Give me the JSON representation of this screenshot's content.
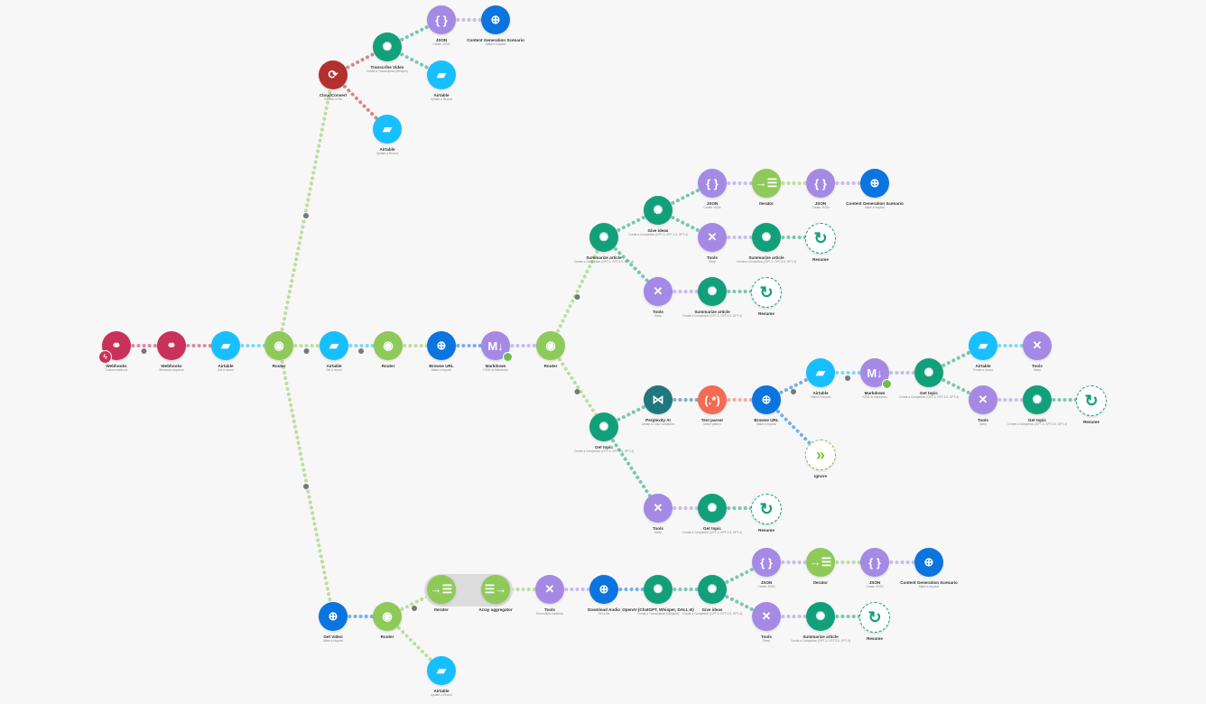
{
  "colors": {
    "webhook": "#c8325a",
    "airtable": "#18bfff",
    "router": "#8fc95a",
    "http": "#0b74de",
    "markdown": "#a48ae4",
    "openai": "#12a07a",
    "json": "#a48ae4",
    "iterator": "#8fc95a",
    "tools": "#a48ae4",
    "resume": "#12a07a",
    "cloudconvert": "#b3302e",
    "perplexity": "#20787e",
    "textparser": "#f26b54",
    "ignore": "#7cc242",
    "aggregator": "#8fc95a"
  },
  "icons": {
    "webhook": "⚭",
    "airtable": "▰",
    "router": "◉",
    "http": "⊕",
    "markdown": "M↓",
    "openai": "✺",
    "json": "{ }",
    "iterator": "→☰",
    "tools": "✕",
    "resume": "↻",
    "cloudconvert": "⟳",
    "perplexity": "⋈",
    "textparser": "(.*)",
    "ignore": "»",
    "aggregator": "☰→"
  },
  "nodes": [
    {
      "id": 1,
      "type": "webhook",
      "label": "Webhooks",
      "sub": "Custom webhook",
      "trigger": true
    },
    {
      "id": 2,
      "type": "webhook",
      "label": "Webhooks",
      "sub": "Webhook response"
    },
    {
      "id": 3,
      "type": "airtable",
      "label": "Airtable",
      "sub": "Get a record"
    },
    {
      "id": 4,
      "type": "router",
      "label": "Router",
      "sub": ""
    },
    {
      "id": 5,
      "type": "airtable",
      "label": "Airtable",
      "sub": "Get a record"
    },
    {
      "id": 6,
      "type": "router",
      "label": "Router",
      "sub": ""
    },
    {
      "id": 7,
      "type": "http",
      "label": "Browse URL",
      "sub": "Make a request"
    },
    {
      "id": 8,
      "type": "markdown",
      "label": "Markdown",
      "sub": "HTML to Markdown",
      "badge": true
    },
    {
      "id": 9,
      "type": "router",
      "label": "Router",
      "sub": ""
    },
    {
      "id": 10,
      "type": "cloudconvert",
      "label": "CloudConvert",
      "sub": "Convert a File"
    },
    {
      "id": 11,
      "type": "openai",
      "label": "Transcribe Video",
      "sub": "Create a Transcription (Whisper)"
    },
    {
      "id": 12,
      "type": "json",
      "label": "JSON",
      "sub": "Create JSON"
    },
    {
      "id": 13,
      "type": "http",
      "label": "Content Generation Scenario",
      "sub": "Make a request"
    },
    {
      "id": 14,
      "type": "airtable",
      "label": "Airtable",
      "sub": "Update a Record"
    },
    {
      "id": 15,
      "type": "airtable",
      "label": "Airtable",
      "sub": "Update a Record"
    },
    {
      "id": 16,
      "type": "openai",
      "label": "Summarize article",
      "sub": "Create a Completion (GPT-3, GPT-3.5, GPT-4)"
    },
    {
      "id": 17,
      "type": "openai",
      "label": "Give ideas",
      "sub": "Create a Completion (GPT-3, GPT-3.5, GPT-4)"
    },
    {
      "id": 18,
      "type": "json",
      "label": "JSON",
      "sub": "Create JSON"
    },
    {
      "id": 19,
      "type": "iterator",
      "label": "Iterator",
      "sub": ""
    },
    {
      "id": 20,
      "type": "json",
      "label": "JSON",
      "sub": "Create JSON"
    },
    {
      "id": 21,
      "type": "http",
      "label": "Content Generation Scenario",
      "sub": "Make a request"
    },
    {
      "id": 22,
      "type": "tools",
      "label": "Tools",
      "sub": "Sleep"
    },
    {
      "id": 23,
      "type": "openai",
      "label": "Summarize article",
      "sub": "Create a Completion (GPT-3, GPT-3.5, GPT-4)"
    },
    {
      "id": 24,
      "type": "resume",
      "label": "Resume",
      "sub": ""
    },
    {
      "id": 25,
      "type": "tools",
      "label": "Tools",
      "sub": "Sleep"
    },
    {
      "id": 26,
      "type": "openai",
      "label": "Summarize article",
      "sub": "Create a Completion (GPT-3, GPT-3.5, GPT-4)"
    },
    {
      "id": 27,
      "type": "resume",
      "label": "Resume",
      "sub": ""
    },
    {
      "id": 28,
      "type": "openai",
      "label": "Get topic",
      "sub": "Create a Completion (GPT-3, GPT-3.5, GPT-4)"
    },
    {
      "id": 29,
      "type": "perplexity",
      "label": "Perplexity AI",
      "sub": "Create a Chat Completion"
    },
    {
      "id": 30,
      "type": "textparser",
      "label": "Text parser",
      "sub": "Match pattern"
    },
    {
      "id": 31,
      "type": "http",
      "label": "Browse URL",
      "sub": "Make a request"
    },
    {
      "id": 32,
      "type": "airtable",
      "label": "Airtable",
      "sub": "Search Records"
    },
    {
      "id": 33,
      "type": "markdown",
      "label": "Markdown",
      "sub": "HTML to Markdown",
      "badge": true
    },
    {
      "id": 34,
      "type": "openai",
      "label": "Get topic",
      "sub": "Create a Completion (GPT-3, GPT-3.5, GPT-4)"
    },
    {
      "id": 35,
      "type": "airtable",
      "label": "Airtable",
      "sub": "Create a record"
    },
    {
      "id": 36,
      "type": "tools",
      "label": "Tools",
      "sub": "Sleep"
    },
    {
      "id": 37,
      "type": "tools",
      "label": "Tools",
      "sub": "Sleep"
    },
    {
      "id": 38,
      "type": "openai",
      "label": "Get topic",
      "sub": "Create a Completion (GPT-3, GPT-3.5, GPT-4)"
    },
    {
      "id": 39,
      "type": "resume",
      "label": "Resume",
      "sub": ""
    },
    {
      "id": 40,
      "type": "ignore",
      "label": "Ignore",
      "sub": ""
    },
    {
      "id": 41,
      "type": "tools",
      "label": "Tools",
      "sub": "Sleep"
    },
    {
      "id": 42,
      "type": "openai",
      "label": "Get topic",
      "sub": "Create a Completion (GPT-3, GPT-3.5, GPT-4)"
    },
    {
      "id": 43,
      "type": "resume",
      "label": "Resume",
      "sub": ""
    },
    {
      "id": 44,
      "type": "http",
      "label": "Get Video",
      "sub": "Make a request"
    },
    {
      "id": 45,
      "type": "router",
      "label": "Router",
      "sub": ""
    },
    {
      "id": 46,
      "type": "iterator",
      "label": "Iterator",
      "sub": ""
    },
    {
      "id": 47,
      "type": "aggregator",
      "label": "Array aggregator",
      "sub": ""
    },
    {
      "id": 48,
      "type": "tools",
      "label": "Tools",
      "sub": "Set multiple variables"
    },
    {
      "id": 49,
      "type": "http",
      "label": "Download Audio",
      "sub": "Get a file"
    },
    {
      "id": 50,
      "type": "openai",
      "label": "OpenAI (ChatGPT, Whisper, DALL-E)",
      "sub": "Create a Transcription (Whisper)"
    },
    {
      "id": 51,
      "type": "openai",
      "label": "Give ideas",
      "sub": "Create a Completion (GPT-3, GPT-3.5, GPT-4)"
    },
    {
      "id": 52,
      "type": "json",
      "label": "JSON",
      "sub": "Create JSON"
    },
    {
      "id": 53,
      "type": "iterator",
      "label": "Iterator",
      "sub": ""
    },
    {
      "id": 54,
      "type": "json",
      "label": "JSON",
      "sub": "Create JSON"
    },
    {
      "id": 55,
      "type": "http",
      "label": "Content Generation Scenario",
      "sub": "Make a request"
    },
    {
      "id": 56,
      "type": "tools",
      "label": "Tools",
      "sub": "Sleep"
    },
    {
      "id": 57,
      "type": "openai",
      "label": "Summarize article",
      "sub": "Create a Completion (GPT-3, GPT-3.5, GPT-4)"
    },
    {
      "id": 58,
      "type": "resume",
      "label": "Resume",
      "sub": ""
    },
    {
      "id": 59,
      "type": "airtable",
      "label": "Airtable",
      "sub": "Update a Record"
    }
  ],
  "edges": [
    [
      1,
      2
    ],
    [
      2,
      3
    ],
    [
      3,
      4
    ],
    [
      4,
      5
    ],
    [
      5,
      6
    ],
    [
      6,
      7
    ],
    [
      7,
      8
    ],
    [
      8,
      9
    ],
    [
      4,
      10
    ],
    [
      10,
      11
    ],
    [
      11,
      12
    ],
    [
      12,
      13
    ],
    [
      11,
      14
    ],
    [
      10,
      15
    ],
    [
      9,
      16
    ],
    [
      16,
      17
    ],
    [
      17,
      18
    ],
    [
      18,
      19
    ],
    [
      19,
      20
    ],
    [
      20,
      21
    ],
    [
      17,
      22
    ],
    [
      22,
      23
    ],
    [
      23,
      24
    ],
    [
      16,
      25
    ],
    [
      25,
      26
    ],
    [
      26,
      27
    ],
    [
      9,
      28
    ],
    [
      28,
      29
    ],
    [
      29,
      30
    ],
    [
      30,
      31
    ],
    [
      31,
      32
    ],
    [
      32,
      33
    ],
    [
      33,
      34
    ],
    [
      34,
      35
    ],
    [
      35,
      36
    ],
    [
      34,
      37
    ],
    [
      37,
      38
    ],
    [
      38,
      39
    ],
    [
      31,
      40
    ],
    [
      28,
      41
    ],
    [
      41,
      42
    ],
    [
      42,
      43
    ],
    [
      4,
      44
    ],
    [
      44,
      45
    ],
    [
      45,
      46
    ],
    [
      46,
      47
    ],
    [
      47,
      48
    ],
    [
      48,
      49
    ],
    [
      49,
      50
    ],
    [
      50,
      51
    ],
    [
      51,
      52
    ],
    [
      52,
      53
    ],
    [
      53,
      54
    ],
    [
      54,
      55
    ],
    [
      51,
      56
    ],
    [
      56,
      57
    ],
    [
      57,
      58
    ],
    [
      45,
      59
    ]
  ],
  "filter_edges": [
    [
      1,
      2
    ],
    [
      4,
      5
    ],
    [
      5,
      6
    ],
    [
      4,
      10
    ],
    [
      9,
      16
    ],
    [
      9,
      28
    ],
    [
      31,
      32
    ],
    [
      32,
      33
    ],
    [
      4,
      44
    ],
    [
      45,
      46
    ],
    [
      46,
      47
    ]
  ]
}
